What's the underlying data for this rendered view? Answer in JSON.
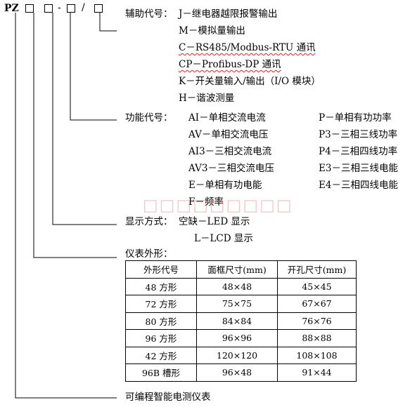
{
  "model": {
    "prefix": "PZ",
    "dash1": "-",
    "slash": "/"
  },
  "aux": {
    "heading": "辅助代号：",
    "items": [
      "J－继电器越限报警输出",
      "M－模拟量输出",
      "C－RS485/Modbus-RTU 通讯",
      "CP－Profibus-DP 通讯",
      "K－开关量输入/输出（I/O 模块）",
      "H－谐波测量"
    ]
  },
  "func": {
    "heading": "功能代号：",
    "left": [
      "AI－单相交流电流",
      "AV－单相交流电压",
      "AI3－三相交流电流",
      "AV3－三相交流电压",
      "E－单相有功电能",
      "F－频率"
    ],
    "right": [
      "P－单相有功功率",
      "P3－三相三线功率",
      "P4－三相四线功率",
      "E3－三相三线电能",
      "E4－三相四线电能"
    ]
  },
  "watermark": "□□□□□□□□□",
  "display": {
    "heading": "显示方式：",
    "led": "空缺－LED 显示",
    "lcd": "L－LCD 显示"
  },
  "shape": {
    "heading": "仪表外形：",
    "table": {
      "headers": [
        "外形代号",
        "面框尺寸(mm)",
        "开孔尺寸(mm)"
      ],
      "rows": [
        [
          "48 方形",
          "48×48",
          "45×45"
        ],
        [
          "72 方形",
          "75×75",
          "67×67"
        ],
        [
          "80 方形",
          "84×84",
          "76×76"
        ],
        [
          "96 方形",
          "96×96",
          "88×88"
        ],
        [
          "42 方形",
          "120×120",
          "108×108"
        ],
        [
          "96B 槽形",
          "96×48",
          "91×44"
        ]
      ]
    }
  },
  "footer": "可编程智能电测仪表"
}
